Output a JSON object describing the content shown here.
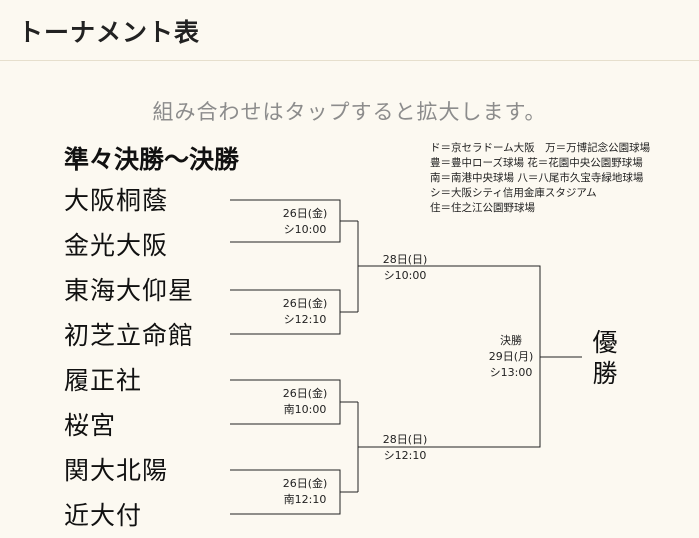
{
  "page_title": "トーナメント表",
  "hint": "組み合わせはタップすると拡大します。",
  "bracket_title": "準々決勝〜決勝",
  "legend": [
    "ド＝京セラドーム大阪　万＝万博記念公園球場",
    "豊＝豊中ローズ球場 花＝花園中央公園野球場",
    "南＝南港中央球場 八＝八尾市久宝寺緑地球場",
    "シ＝大阪シティ信用金庫スタジアム",
    "住＝住之江公園野球場"
  ],
  "teams": [
    "大阪桐蔭",
    "金光大阪",
    "東海大仰星",
    "初芝立命館",
    "履正社",
    "桜宮",
    "関大北陽",
    "近大付"
  ],
  "quarterfinals": [
    {
      "date": "26日(金)",
      "slot": "シ10:00"
    },
    {
      "date": "26日(金)",
      "slot": "シ12:10"
    },
    {
      "date": "26日(金)",
      "slot": "南10:00"
    },
    {
      "date": "26日(金)",
      "slot": "南12:10"
    }
  ],
  "semifinals": [
    {
      "date": "28日(日)",
      "slot": "シ10:00"
    },
    {
      "date": "28日(日)",
      "slot": "シ12:10"
    }
  ],
  "final": {
    "round": "決勝",
    "date": "29日(月)",
    "slot": "シ13:00"
  },
  "champion": [
    "優",
    "勝"
  ],
  "line_color": "#222222"
}
